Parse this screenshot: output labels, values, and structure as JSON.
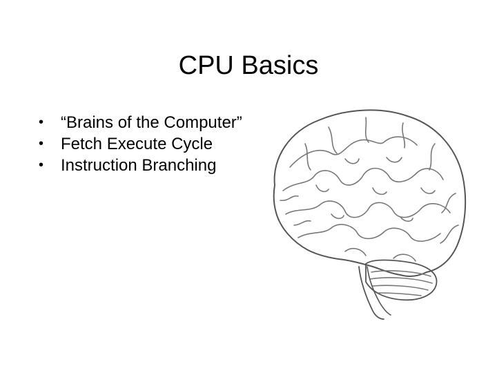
{
  "slide": {
    "title": "CPU Basics",
    "bullets": [
      "“Brains of the Computer”",
      "Fetch Execute Cycle",
      "Instruction Branching"
    ],
    "bullet_glyph": "•"
  },
  "image": {
    "icon": "brain-illustration-icon"
  }
}
